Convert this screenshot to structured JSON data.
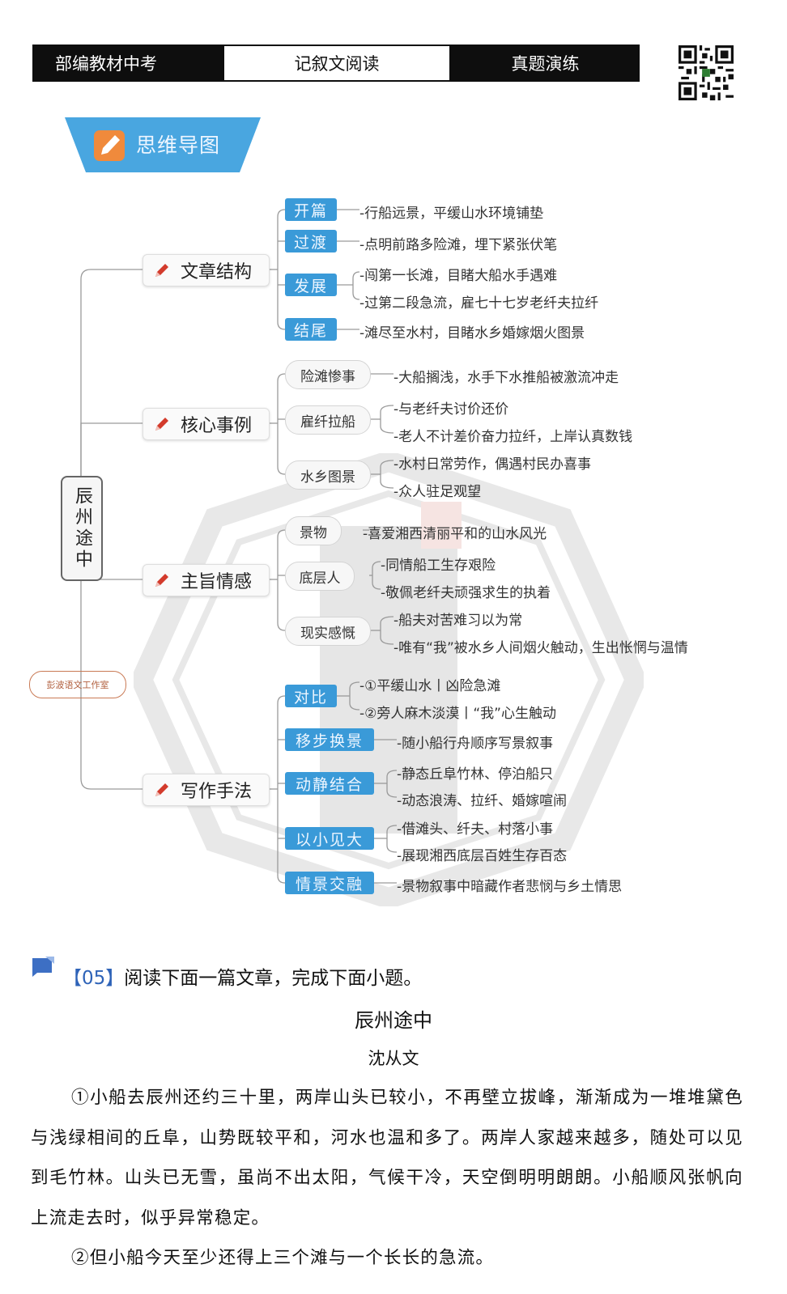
{
  "header": {
    "left": "部编教材中考",
    "middle": "记叙文阅读",
    "right": "真题演练"
  },
  "banner": {
    "label": "思维导图"
  },
  "mindmap": {
    "root": "辰州途中",
    "studio": "彭波语文工作室",
    "categories": [
      {
        "label": "文章结构",
        "nodes": [
          {
            "label": "开篇",
            "leaves": [
              "-行船远景，平缓山水环境铺垫"
            ]
          },
          {
            "label": "过渡",
            "leaves": [
              "-点明前路多险滩，埋下紧张伏笔"
            ]
          },
          {
            "label": "发展",
            "leaves": [
              "-闯第一长滩，目睹大船水手遇难",
              "-过第二段急流，雇七十七岁老纤夫拉纤"
            ]
          },
          {
            "label": "结尾",
            "leaves": [
              "-滩尽至水村，目睹水乡婚嫁烟火图景"
            ]
          }
        ]
      },
      {
        "label": "核心事例",
        "nodes": [
          {
            "label": "险滩惨事",
            "leaves": [
              "-大船搁浅，水手下水推船被激流冲走"
            ]
          },
          {
            "label": "雇纤拉船",
            "leaves": [
              "-与老纤夫讨价还价",
              "-老人不计差价奋力拉纤，上岸认真数钱"
            ]
          },
          {
            "label": "水乡图景",
            "leaves": [
              "-水村日常劳作，偶遇村民办喜事",
              "-众人驻足观望"
            ]
          }
        ]
      },
      {
        "label": "主旨情感",
        "nodes": [
          {
            "label": "景物",
            "leaves": [
              "-喜爱湘西清丽平和的山水风光"
            ]
          },
          {
            "label": "底层人",
            "leaves": [
              "-同情船工生存艰险",
              "-敬佩老纤夫顽强求生的执着"
            ]
          },
          {
            "label": "现实感慨",
            "leaves": [
              "-船夫对苦难习以为常",
              "-唯有“我”被水乡人间烟火触动，生出怅惘与温情"
            ]
          }
        ]
      },
      {
        "label": "写作手法",
        "nodes": [
          {
            "label": "对比",
            "leaves": [
              "-①平缓山水丨凶险急滩",
              "-②旁人麻木淡漠丨“我”心生触动"
            ]
          },
          {
            "label": "移步换景",
            "leaves": [
              "-随小船行舟顺序写景叙事"
            ]
          },
          {
            "label": "动静结合",
            "leaves": [
              "-静态丘阜竹林、停泊船只",
              "-动态浪涛、拉纤、婚嫁喧闹"
            ]
          },
          {
            "label": "以小见大",
            "leaves": [
              "-借滩头、纤夫、村落小事",
              "-展现湘西底层百姓生存百态"
            ]
          },
          {
            "label": "情景交融",
            "leaves": [
              "-景物叙事中暗藏作者悲悯与乡土情思"
            ]
          }
        ]
      }
    ]
  },
  "question": {
    "number": "【05】",
    "prompt": "阅读下面一篇文章，完成下面小题。",
    "title": "辰州途中",
    "author": "沈从文",
    "paragraphs": [
      "①小船去辰州还约三十里，两岸山头已较小，不再壁立拔峰，渐渐成为一堆堆黛色与浅绿相间的丘阜，山势既较平和，河水也温和多了。两岸人家越来越多，随处可以见到毛竹林。山头已无雪，虽尚不出太阳，气候干冷，天空倒明明朗朗。小船顺风张帆向上流走去时，似乎异常稳定。",
      "②但小船今天至少还得上三个滩与一个长长的急流。"
    ]
  },
  "colors": {
    "node_blue": "#3a9ad8",
    "pen_red": "#d33b2c",
    "banner_blue": "#49a6e0"
  }
}
